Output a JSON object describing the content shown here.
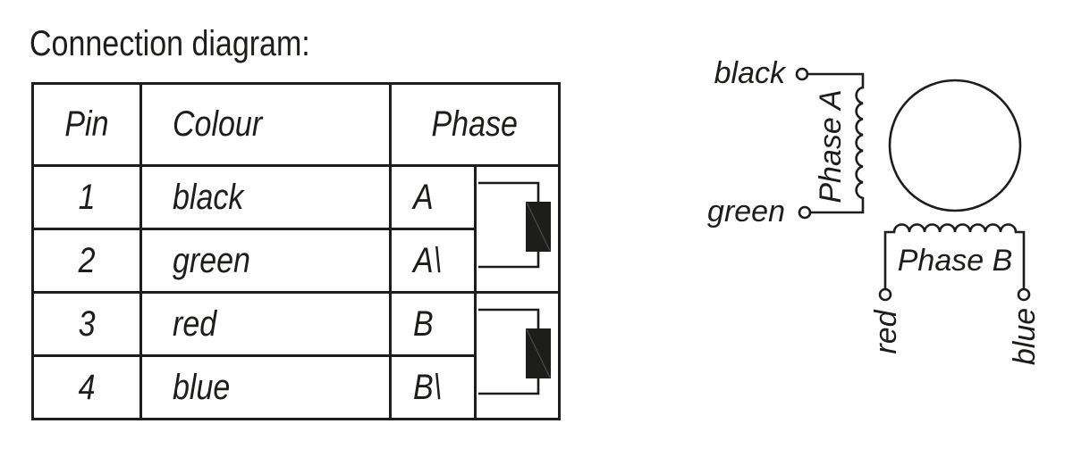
{
  "title": "Connection diagram:",
  "colors": {
    "ink": "#1d1d1b",
    "background": "#ffffff"
  },
  "table": {
    "headers": {
      "pin": "Pin",
      "colour": "Colour",
      "phase": "Phase"
    },
    "rows": [
      {
        "pin": "1",
        "colour": "black",
        "phase": "A"
      },
      {
        "pin": "2",
        "colour": "green",
        "phase": "A\\"
      },
      {
        "pin": "3",
        "colour": "red",
        "phase": "B"
      },
      {
        "pin": "4",
        "colour": "blue",
        "phase": "B\\"
      }
    ],
    "symbols": {
      "phase_a": "winding-icon",
      "phase_b": "winding-icon"
    }
  },
  "diagram": {
    "phase_a": {
      "label": "Phase A",
      "top_terminal": "black",
      "bottom_terminal": "green"
    },
    "phase_b": {
      "label": "Phase B",
      "left_terminal": "red",
      "right_terminal": "blue"
    }
  }
}
